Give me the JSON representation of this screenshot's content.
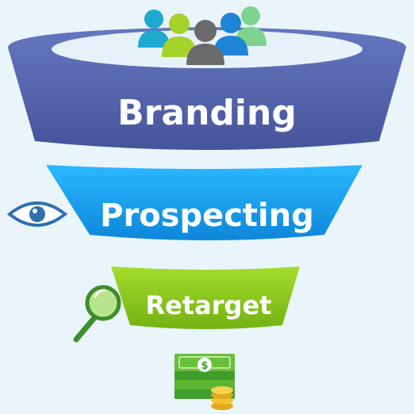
{
  "funnel": {
    "tiers": [
      {
        "label": "Branding",
        "color": "#5565ad"
      },
      {
        "label": "Prospecting",
        "color": "#1aa3ee"
      },
      {
        "label": "Retarget",
        "color": "#8cc81c"
      }
    ]
  },
  "icons": {
    "top": "people-group-icon",
    "prospecting": "eye-icon",
    "retarget": "magnifier-icon",
    "bottom": "money-stack-icon"
  },
  "colors": {
    "background": "#eaf4fb",
    "branding": "#5565ad",
    "prospecting": "#1aa3ee",
    "retarget": "#8cc81c",
    "money": "#5cb531",
    "coin": "#f2c230"
  }
}
